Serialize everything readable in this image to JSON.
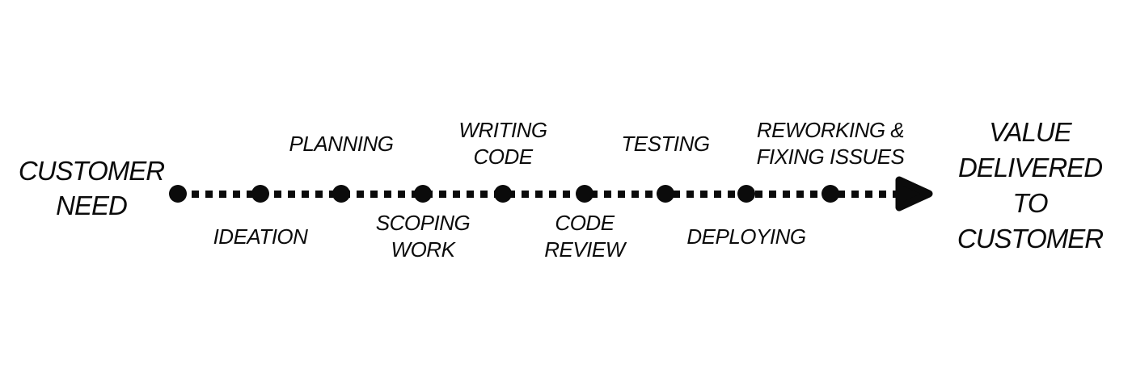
{
  "endpoints": {
    "start": "CUSTOMER\nNEED",
    "end": "VALUE\nDELIVERED\nTO\nCUSTOMER"
  },
  "steps": [
    {
      "label": "IDEATION",
      "side": "below"
    },
    {
      "label": "PLANNING",
      "side": "above"
    },
    {
      "label": "SCOPING\nWORK",
      "side": "below"
    },
    {
      "label": "WRITING\nCODE",
      "side": "above"
    },
    {
      "label": "CODE\nREVIEW",
      "side": "below"
    },
    {
      "label": "TESTING",
      "side": "above"
    },
    {
      "label": "DEPLOYING",
      "side": "below"
    },
    {
      "label": "REWORKING &\nFIXING ISSUES",
      "side": "above"
    }
  ],
  "timeline": {
    "milestone_count": 9,
    "direction": "left-to-right",
    "style": "dotted-line-with-arrow"
  },
  "colors": {
    "ink": "#0b0b0b",
    "background": "#ffffff"
  }
}
